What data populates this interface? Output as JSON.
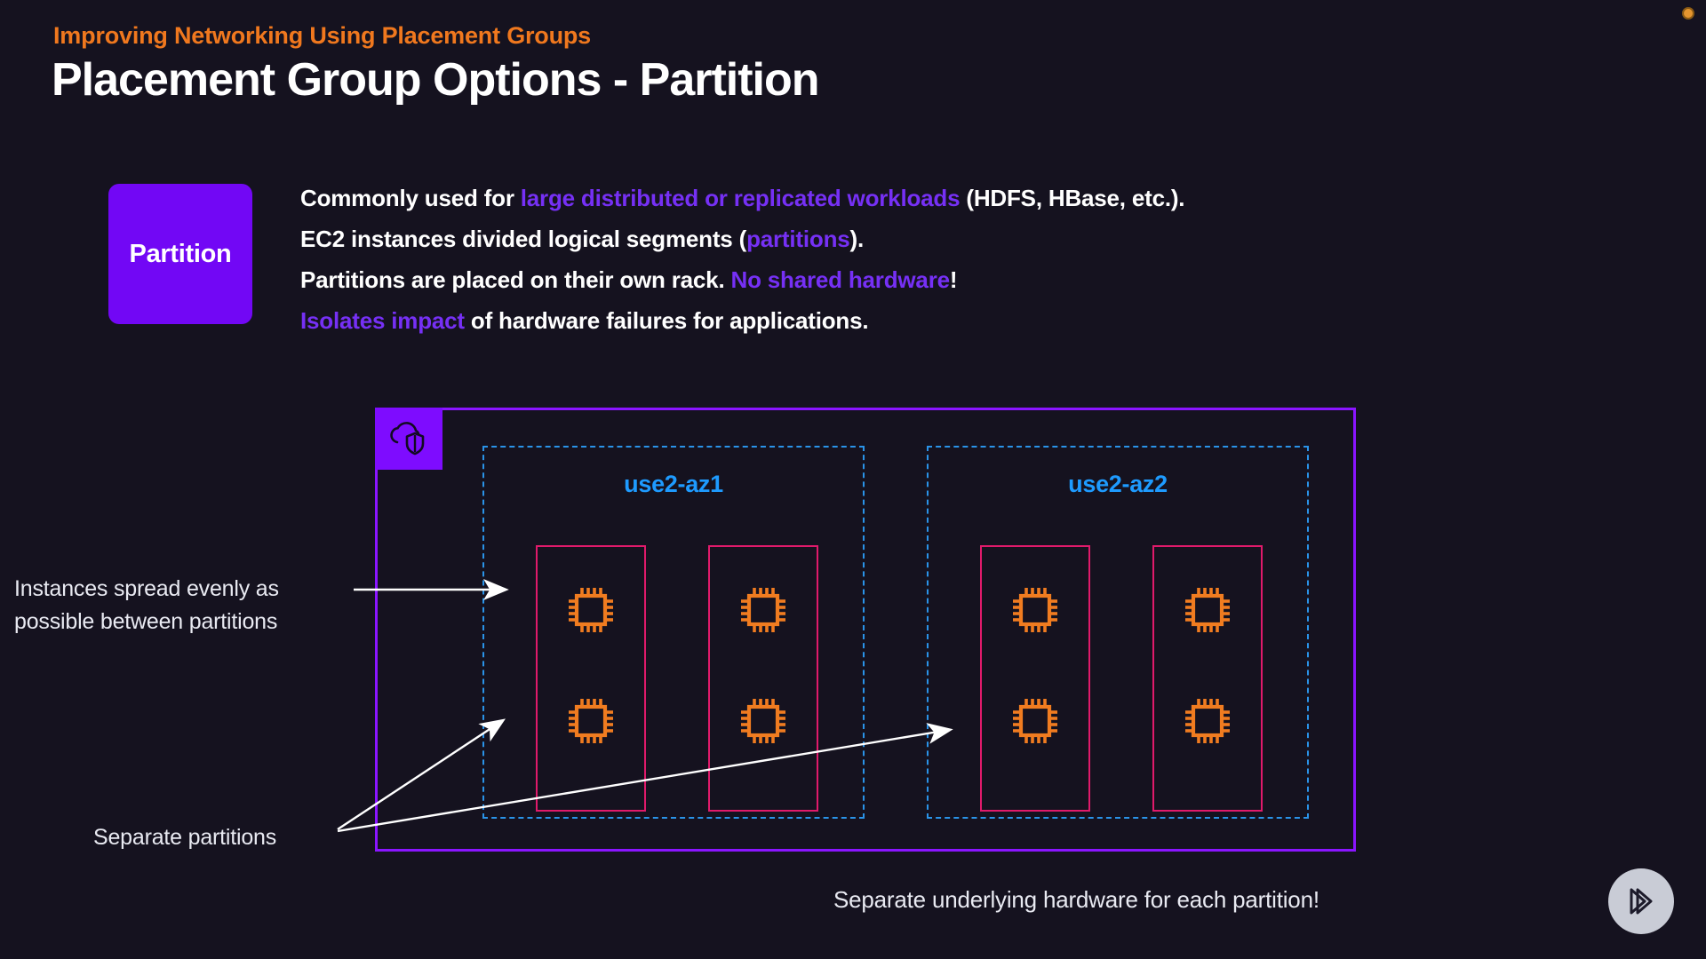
{
  "header": {
    "kicker": "Improving Networking Using Placement Groups",
    "title": "Placement Group Options - Partition"
  },
  "badge": {
    "label": "Partition"
  },
  "bullets": [
    {
      "segments": [
        {
          "text": "Commonly used for ",
          "highlight": false
        },
        {
          "text": "large distributed or replicated workloads",
          "highlight": true
        },
        {
          "text": " (HDFS, HBase, etc.).",
          "highlight": false
        }
      ]
    },
    {
      "segments": [
        {
          "text": "EC2 instances divided logical segments (",
          "highlight": false
        },
        {
          "text": "partitions",
          "highlight": true
        },
        {
          "text": ").",
          "highlight": false
        }
      ]
    },
    {
      "segments": [
        {
          "text": "Partitions are placed on their own rack. ",
          "highlight": false
        },
        {
          "text": "No shared hardware",
          "highlight": true
        },
        {
          "text": "!",
          "highlight": false
        }
      ]
    },
    {
      "segments": [
        {
          "text": "Isolates impact",
          "highlight": true
        },
        {
          "text": " of hardware failures for applications.",
          "highlight": false
        }
      ]
    }
  ],
  "diagram": {
    "cloud_icon": "aws-cloud-shield-icon",
    "availability_zones": [
      {
        "label": "use2-az1",
        "partitions": [
          {
            "instances": [
              "ec2-chip-icon",
              "ec2-chip-icon"
            ]
          },
          {
            "instances": [
              "ec2-chip-icon",
              "ec2-chip-icon"
            ]
          }
        ]
      },
      {
        "label": "use2-az2",
        "partitions": [
          {
            "instances": [
              "ec2-chip-icon",
              "ec2-chip-icon"
            ]
          },
          {
            "instances": [
              "ec2-chip-icon",
              "ec2-chip-icon"
            ]
          }
        ]
      }
    ]
  },
  "annotations": {
    "spread_line1": "Instances spread evenly as",
    "spread_line2": "possible between partitions",
    "separate_partitions": "Separate partitions",
    "caption": "Separate underlying hardware for each partition!"
  },
  "controls": {
    "play_icon": "fast-forward-play-icon",
    "status_dot": "recording-indicator-dot"
  },
  "colors": {
    "background": "#15121f",
    "kicker": "#f0781e",
    "highlight": "#7630f5",
    "badge": "#7207f5",
    "cloud_border": "#8a15ff",
    "az_border": "#2a93e8",
    "az_label": "#1e9bff",
    "partition_border": "#e01a6b",
    "instance": "#f07c20",
    "text": "#ffffff"
  }
}
